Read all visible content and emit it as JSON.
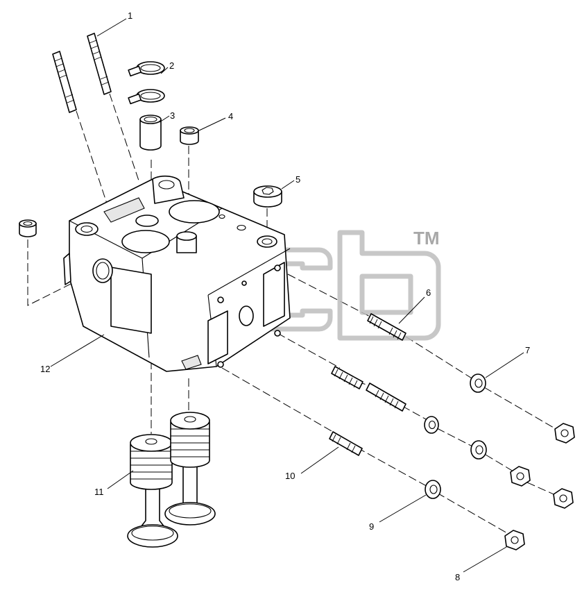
{
  "diagram": {
    "callouts": [
      {
        "id": "c1",
        "label": "1"
      },
      {
        "id": "c2",
        "label": "2"
      },
      {
        "id": "c3",
        "label": "3"
      },
      {
        "id": "c4",
        "label": "4"
      },
      {
        "id": "c5",
        "label": "5"
      },
      {
        "id": "c6",
        "label": "6"
      },
      {
        "id": "c7",
        "label": "7"
      },
      {
        "id": "c8",
        "label": "8"
      },
      {
        "id": "c9",
        "label": "9"
      },
      {
        "id": "c10",
        "label": "10"
      },
      {
        "id": "c11",
        "label": "11"
      },
      {
        "id": "c12",
        "label": "12"
      }
    ],
    "watermark": {
      "trademark": "TM"
    },
    "colors": {
      "line": "#000000",
      "watermark": "#bdbdbd",
      "background": "#ffffff"
    }
  }
}
